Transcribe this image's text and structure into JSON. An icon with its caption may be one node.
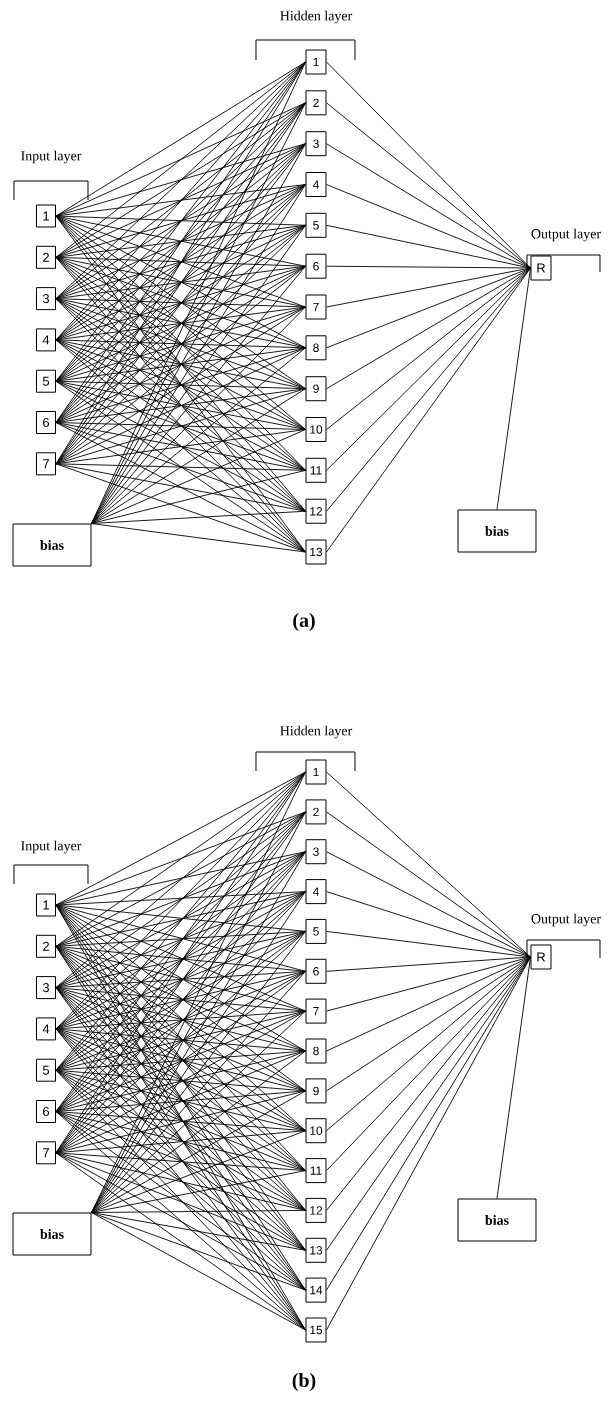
{
  "diagram": {
    "nodes": [
      {
        "text": [
          "1"
        ]
      },
      {
        "text": [
          "2"
        ]
      },
      {
        "text": [
          "3"
        ]
      },
      {
        "text": [
          "4"
        ]
      },
      {
        "text": [
          "5"
        ]
      },
      {
        "text": [
          "6"
        ]
      },
      {
        "text": [
          "7"
        ]
      },
      {
        "text": [
          "bias"
        ]
      },
      {
        "text": [
          "1"
        ]
      },
      {
        "text": [
          "2"
        ]
      },
      {
        "text": [
          "3"
        ]
      },
      {
        "text": [
          "4"
        ]
      },
      {
        "text": [
          "5"
        ]
      },
      {
        "text": [
          "6"
        ]
      },
      {
        "text": [
          "7"
        ]
      },
      {
        "text": [
          "8"
        ]
      },
      {
        "text": [
          "9"
        ]
      },
      {
        "text": [
          "10"
        ]
      },
      {
        "text": [
          "11"
        ]
      },
      {
        "text": [
          "12"
        ]
      },
      {
        "text": [
          "13"
        ]
      },
      {
        "text": [
          "R"
        ]
      },
      {
        "text": [
          "bias"
        ]
      },
      {
        "text": [
          "1"
        ]
      },
      {
        "text": [
          "2"
        ]
      },
      {
        "text": [
          "3"
        ]
      },
      {
        "text": [
          "4"
        ]
      },
      {
        "text": [
          "5"
        ]
      },
      {
        "text": [
          "6"
        ]
      },
      {
        "text": [
          "7"
        ]
      },
      {
        "text": [
          "bias"
        ]
      },
      {
        "text": [
          "1"
        ]
      },
      {
        "text": [
          "2"
        ]
      },
      {
        "text": [
          "3"
        ]
      },
      {
        "text": [
          "4"
        ]
      },
      {
        "text": [
          "5"
        ]
      },
      {
        "text": [
          "6"
        ]
      },
      {
        "text": [
          "7"
        ]
      },
      {
        "text": [
          "8"
        ]
      },
      {
        "text": [
          "9"
        ]
      },
      {
        "text": [
          "10"
        ]
      },
      {
        "text": [
          "11"
        ]
      },
      {
        "text": [
          "12"
        ]
      },
      {
        "text": [
          "13"
        ]
      },
      {
        "text": [
          "14"
        ]
      },
      {
        "text": [
          "15"
        ]
      },
      {
        "text": [
          "R"
        ]
      },
      {
        "text": [
          "bias"
        ]
      }
    ],
    "edges": [
      {
        "from": 0,
        "to": 8,
        "arrow": "none"
      },
      {
        "from": 0,
        "to": 9,
        "arrow": "none"
      },
      {
        "from": 0,
        "to": 10,
        "arrow": "none"
      },
      {
        "from": 0,
        "to": 11,
        "arrow": "none"
      },
      {
        "from": 0,
        "to": 12,
        "arrow": "none"
      },
      {
        "from": 0,
        "to": 13,
        "arrow": "none"
      },
      {
        "from": 0,
        "to": 14,
        "arrow": "none"
      },
      {
        "from": 0,
        "to": 15,
        "arrow": "none"
      },
      {
        "from": 0,
        "to": 16,
        "arrow": "none"
      },
      {
        "from": 0,
        "to": 17,
        "arrow": "none"
      },
      {
        "from": 0,
        "to": 18,
        "arrow": "none"
      },
      {
        "from": 0,
        "to": 19,
        "arrow": "none"
      },
      {
        "from": 0,
        "to": 20,
        "arrow": "none"
      },
      {
        "from": 1,
        "to": 8,
        "arrow": "none"
      },
      {
        "from": 1,
        "to": 9,
        "arrow": "none"
      },
      {
        "from": 1,
        "to": 10,
        "arrow": "none"
      },
      {
        "from": 1,
        "to": 11,
        "arrow": "none"
      },
      {
        "from": 1,
        "to": 12,
        "arrow": "none"
      },
      {
        "from": 1,
        "to": 13,
        "arrow": "none"
      },
      {
        "from": 1,
        "to": 14,
        "arrow": "none"
      },
      {
        "from": 1,
        "to": 15,
        "arrow": "none"
      },
      {
        "from": 1,
        "to": 16,
        "arrow": "none"
      },
      {
        "from": 1,
        "to": 17,
        "arrow": "none"
      },
      {
        "from": 1,
        "to": 18,
        "arrow": "none"
      },
      {
        "from": 1,
        "to": 19,
        "arrow": "none"
      },
      {
        "from": 1,
        "to": 20,
        "arrow": "none"
      },
      {
        "from": 2,
        "to": 8,
        "arrow": "none"
      },
      {
        "from": 2,
        "to": 9,
        "arrow": "none"
      },
      {
        "from": 2,
        "to": 10,
        "arrow": "none"
      },
      {
        "from": 2,
        "to": 11,
        "arrow": "none"
      },
      {
        "from": 2,
        "to": 12,
        "arrow": "none"
      },
      {
        "from": 2,
        "to": 13,
        "arrow": "none"
      },
      {
        "from": 2,
        "to": 14,
        "arrow": "none"
      },
      {
        "from": 2,
        "to": 15,
        "arrow": "none"
      },
      {
        "from": 2,
        "to": 16,
        "arrow": "none"
      },
      {
        "from": 2,
        "to": 17,
        "arrow": "none"
      },
      {
        "from": 2,
        "to": 18,
        "arrow": "none"
      },
      {
        "from": 2,
        "to": 19,
        "arrow": "none"
      },
      {
        "from": 2,
        "to": 20,
        "arrow": "none"
      },
      {
        "from": 3,
        "to": 8,
        "arrow": "none"
      },
      {
        "from": 3,
        "to": 9,
        "arrow": "none"
      },
      {
        "from": 3,
        "to": 10,
        "arrow": "none"
      },
      {
        "from": 3,
        "to": 11,
        "arrow": "none"
      },
      {
        "from": 3,
        "to": 12,
        "arrow": "none"
      },
      {
        "from": 3,
        "to": 13,
        "arrow": "none"
      },
      {
        "from": 3,
        "to": 14,
        "arrow": "none"
      },
      {
        "from": 3,
        "to": 15,
        "arrow": "none"
      },
      {
        "from": 3,
        "to": 16,
        "arrow": "none"
      },
      {
        "from": 3,
        "to": 17,
        "arrow": "none"
      },
      {
        "from": 3,
        "to": 18,
        "arrow": "none"
      },
      {
        "from": 3,
        "to": 19,
        "arrow": "none"
      },
      {
        "from": 3,
        "to": 20,
        "arrow": "none"
      },
      {
        "from": 4,
        "to": 8,
        "arrow": "none"
      },
      {
        "from": 4,
        "to": 9,
        "arrow": "none"
      },
      {
        "from": 4,
        "to": 10,
        "arrow": "none"
      },
      {
        "from": 4,
        "to": 11,
        "arrow": "none"
      },
      {
        "from": 4,
        "to": 12,
        "arrow": "none"
      },
      {
        "from": 4,
        "to": 13,
        "arrow": "none"
      },
      {
        "from": 4,
        "to": 14,
        "arrow": "none"
      },
      {
        "from": 4,
        "to": 15,
        "arrow": "none"
      },
      {
        "from": 4,
        "to": 16,
        "arrow": "none"
      },
      {
        "from": 4,
        "to": 17,
        "arrow": "none"
      },
      {
        "from": 4,
        "to": 18,
        "arrow": "none"
      },
      {
        "from": 4,
        "to": 19,
        "arrow": "none"
      },
      {
        "from": 4,
        "to": 20,
        "arrow": "none"
      },
      {
        "from": 5,
        "to": 8,
        "arrow": "none"
      },
      {
        "from": 5,
        "to": 9,
        "arrow": "none"
      },
      {
        "from": 5,
        "to": 10,
        "arrow": "none"
      },
      {
        "from": 5,
        "to": 11,
        "arrow": "none"
      },
      {
        "from": 5,
        "to": 12,
        "arrow": "none"
      },
      {
        "from": 5,
        "to": 13,
        "arrow": "none"
      },
      {
        "from": 5,
        "to": 14,
        "arrow": "none"
      },
      {
        "from": 5,
        "to": 15,
        "arrow": "none"
      },
      {
        "from": 5,
        "to": 16,
        "arrow": "none"
      },
      {
        "from": 5,
        "to": 17,
        "arrow": "none"
      },
      {
        "from": 5,
        "to": 18,
        "arrow": "none"
      },
      {
        "from": 5,
        "to": 19,
        "arrow": "none"
      },
      {
        "from": 5,
        "to": 20,
        "arrow": "none"
      },
      {
        "from": 6,
        "to": 8,
        "arrow": "none"
      },
      {
        "from": 6,
        "to": 9,
        "arrow": "none"
      },
      {
        "from": 6,
        "to": 10,
        "arrow": "none"
      },
      {
        "from": 6,
        "to": 11,
        "arrow": "none"
      },
      {
        "from": 6,
        "to": 12,
        "arrow": "none"
      },
      {
        "from": 6,
        "to": 13,
        "arrow": "none"
      },
      {
        "from": 6,
        "to": 14,
        "arrow": "none"
      },
      {
        "from": 6,
        "to": 15,
        "arrow": "none"
      },
      {
        "from": 6,
        "to": 16,
        "arrow": "none"
      },
      {
        "from": 6,
        "to": 17,
        "arrow": "none"
      },
      {
        "from": 6,
        "to": 18,
        "arrow": "none"
      },
      {
        "from": 6,
        "to": 19,
        "arrow": "none"
      },
      {
        "from": 6,
        "to": 20,
        "arrow": "none"
      },
      {
        "from": 7,
        "to": 8,
        "arrow": "none"
      },
      {
        "from": 7,
        "to": 9,
        "arrow": "none"
      },
      {
        "from": 7,
        "to": 10,
        "arrow": "none"
      },
      {
        "from": 7,
        "to": 11,
        "arrow": "none"
      },
      {
        "from": 7,
        "to": 12,
        "arrow": "none"
      },
      {
        "from": 7,
        "to": 13,
        "arrow": "none"
      },
      {
        "from": 7,
        "to": 14,
        "arrow": "none"
      },
      {
        "from": 7,
        "to": 15,
        "arrow": "none"
      },
      {
        "from": 7,
        "to": 16,
        "arrow": "none"
      },
      {
        "from": 7,
        "to": 17,
        "arrow": "none"
      },
      {
        "from": 7,
        "to": 18,
        "arrow": "none"
      },
      {
        "from": 7,
        "to": 19,
        "arrow": "none"
      },
      {
        "from": 7,
        "to": 20,
        "arrow": "none"
      },
      {
        "from": 8,
        "to": 21,
        "arrow": "none"
      },
      {
        "from": 9,
        "to": 21,
        "arrow": "none"
      },
      {
        "from": 10,
        "to": 21,
        "arrow": "none"
      },
      {
        "from": 11,
        "to": 21,
        "arrow": "none"
      },
      {
        "from": 12,
        "to": 21,
        "arrow": "none"
      },
      {
        "from": 13,
        "to": 21,
        "arrow": "none"
      },
      {
        "from": 14,
        "to": 21,
        "arrow": "none"
      },
      {
        "from": 15,
        "to": 21,
        "arrow": "none"
      },
      {
        "from": 16,
        "to": 21,
        "arrow": "none"
      },
      {
        "from": 17,
        "to": 21,
        "arrow": "none"
      },
      {
        "from": 18,
        "to": 21,
        "arrow": "none"
      },
      {
        "from": 19,
        "to": 21,
        "arrow": "none"
      },
      {
        "from": 20,
        "to": 21,
        "arrow": "none"
      },
      {
        "from": 22,
        "to": 21,
        "arrow": "none"
      },
      {
        "from": 23,
        "to": 31,
        "arrow": "none"
      },
      {
        "from": 23,
        "to": 32,
        "arrow": "none"
      },
      {
        "from": 23,
        "to": 33,
        "arrow": "none"
      },
      {
        "from": 23,
        "to": 34,
        "arrow": "none"
      },
      {
        "from": 23,
        "to": 35,
        "arrow": "none"
      },
      {
        "from": 23,
        "to": 36,
        "arrow": "none"
      },
      {
        "from": 23,
        "to": 37,
        "arrow": "none"
      },
      {
        "from": 23,
        "to": 38,
        "arrow": "none"
      },
      {
        "from": 23,
        "to": 39,
        "arrow": "none"
      },
      {
        "from": 23,
        "to": 40,
        "arrow": "none"
      },
      {
        "from": 23,
        "to": 41,
        "arrow": "none"
      },
      {
        "from": 23,
        "to": 42,
        "arrow": "none"
      },
      {
        "from": 23,
        "to": 43,
        "arrow": "none"
      },
      {
        "from": 23,
        "to": 44,
        "arrow": "none"
      },
      {
        "from": 23,
        "to": 45,
        "arrow": "none"
      },
      {
        "from": 24,
        "to": 31,
        "arrow": "none"
      },
      {
        "from": 24,
        "to": 32,
        "arrow": "none"
      },
      {
        "from": 24,
        "to": 33,
        "arrow": "none"
      },
      {
        "from": 24,
        "to": 34,
        "arrow": "none"
      },
      {
        "from": 24,
        "to": 35,
        "arrow": "none"
      },
      {
        "from": 24,
        "to": 36,
        "arrow": "none"
      },
      {
        "from": 24,
        "to": 37,
        "arrow": "none"
      },
      {
        "from": 24,
        "to": 38,
        "arrow": "none"
      },
      {
        "from": 24,
        "to": 39,
        "arrow": "none"
      },
      {
        "from": 24,
        "to": 40,
        "arrow": "none"
      },
      {
        "from": 24,
        "to": 41,
        "arrow": "none"
      },
      {
        "from": 24,
        "to": 42,
        "arrow": "none"
      },
      {
        "from": 24,
        "to": 43,
        "arrow": "none"
      },
      {
        "from": 24,
        "to": 44,
        "arrow": "none"
      },
      {
        "from": 24,
        "to": 45,
        "arrow": "none"
      },
      {
        "from": 25,
        "to": 31,
        "arrow": "none"
      },
      {
        "from": 25,
        "to": 32,
        "arrow": "none"
      },
      {
        "from": 25,
        "to": 33,
        "arrow": "none"
      },
      {
        "from": 25,
        "to": 34,
        "arrow": "none"
      },
      {
        "from": 25,
        "to": 35,
        "arrow": "none"
      },
      {
        "from": 25,
        "to": 36,
        "arrow": "none"
      },
      {
        "from": 25,
        "to": 37,
        "arrow": "none"
      },
      {
        "from": 25,
        "to": 38,
        "arrow": "none"
      },
      {
        "from": 25,
        "to": 39,
        "arrow": "none"
      },
      {
        "from": 25,
        "to": 40,
        "arrow": "none"
      },
      {
        "from": 25,
        "to": 41,
        "arrow": "none"
      },
      {
        "from": 25,
        "to": 42,
        "arrow": "none"
      },
      {
        "from": 25,
        "to": 43,
        "arrow": "none"
      },
      {
        "from": 25,
        "to": 44,
        "arrow": "none"
      },
      {
        "from": 25,
        "to": 45,
        "arrow": "none"
      },
      {
        "from": 26,
        "to": 31,
        "arrow": "none"
      },
      {
        "from": 26,
        "to": 32,
        "arrow": "none"
      },
      {
        "from": 26,
        "to": 33,
        "arrow": "none"
      },
      {
        "from": 26,
        "to": 34,
        "arrow": "none"
      },
      {
        "from": 26,
        "to": 35,
        "arrow": "none"
      },
      {
        "from": 26,
        "to": 36,
        "arrow": "none"
      },
      {
        "from": 26,
        "to": 37,
        "arrow": "none"
      },
      {
        "from": 26,
        "to": 38,
        "arrow": "none"
      },
      {
        "from": 26,
        "to": 39,
        "arrow": "none"
      },
      {
        "from": 26,
        "to": 40,
        "arrow": "none"
      },
      {
        "from": 26,
        "to": 41,
        "arrow": "none"
      },
      {
        "from": 26,
        "to": 42,
        "arrow": "none"
      },
      {
        "from": 26,
        "to": 43,
        "arrow": "none"
      },
      {
        "from": 26,
        "to": 44,
        "arrow": "none"
      },
      {
        "from": 26,
        "to": 45,
        "arrow": "none"
      },
      {
        "from": 27,
        "to": 31,
        "arrow": "none"
      },
      {
        "from": 27,
        "to": 32,
        "arrow": "none"
      },
      {
        "from": 27,
        "to": 33,
        "arrow": "none"
      },
      {
        "from": 27,
        "to": 34,
        "arrow": "none"
      },
      {
        "from": 27,
        "to": 35,
        "arrow": "none"
      },
      {
        "from": 27,
        "to": 36,
        "arrow": "none"
      },
      {
        "from": 27,
        "to": 37,
        "arrow": "none"
      },
      {
        "from": 27,
        "to": 38,
        "arrow": "none"
      },
      {
        "from": 27,
        "to": 39,
        "arrow": "none"
      },
      {
        "from": 27,
        "to": 40,
        "arrow": "none"
      },
      {
        "from": 27,
        "to": 41,
        "arrow": "none"
      },
      {
        "from": 27,
        "to": 42,
        "arrow": "none"
      },
      {
        "from": 27,
        "to": 43,
        "arrow": "none"
      },
      {
        "from": 27,
        "to": 44,
        "arrow": "none"
      },
      {
        "from": 27,
        "to": 45,
        "arrow": "none"
      },
      {
        "from": 28,
        "to": 31,
        "arrow": "none"
      },
      {
        "from": 28,
        "to": 32,
        "arrow": "none"
      },
      {
        "from": 28,
        "to": 33,
        "arrow": "none"
      },
      {
        "from": 28,
        "to": 34,
        "arrow": "none"
      },
      {
        "from": 28,
        "to": 35,
        "arrow": "none"
      },
      {
        "from": 28,
        "to": 36,
        "arrow": "none"
      },
      {
        "from": 28,
        "to": 37,
        "arrow": "none"
      },
      {
        "from": 28,
        "to": 38,
        "arrow": "none"
      },
      {
        "from": 28,
        "to": 39,
        "arrow": "none"
      },
      {
        "from": 28,
        "to": 40,
        "arrow": "none"
      },
      {
        "from": 28,
        "to": 41,
        "arrow": "none"
      },
      {
        "from": 28,
        "to": 42,
        "arrow": "none"
      },
      {
        "from": 28,
        "to": 43,
        "arrow": "none"
      },
      {
        "from": 28,
        "to": 44,
        "arrow": "none"
      },
      {
        "from": 28,
        "to": 45,
        "arrow": "none"
      },
      {
        "from": 29,
        "to": 31,
        "arrow": "none"
      },
      {
        "from": 29,
        "to": 32,
        "arrow": "none"
      },
      {
        "from": 29,
        "to": 33,
        "arrow": "none"
      },
      {
        "from": 29,
        "to": 34,
        "arrow": "none"
      },
      {
        "from": 29,
        "to": 35,
        "arrow": "none"
      },
      {
        "from": 29,
        "to": 36,
        "arrow": "none"
      },
      {
        "from": 29,
        "to": 37,
        "arrow": "none"
      },
      {
        "from": 29,
        "to": 38,
        "arrow": "none"
      },
      {
        "from": 29,
        "to": 39,
        "arrow": "none"
      },
      {
        "from": 29,
        "to": 40,
        "arrow": "none"
      },
      {
        "from": 29,
        "to": 41,
        "arrow": "none"
      },
      {
        "from": 29,
        "to": 42,
        "arrow": "none"
      },
      {
        "from": 29,
        "to": 43,
        "arrow": "none"
      },
      {
        "from": 29,
        "to": 44,
        "arrow": "none"
      },
      {
        "from": 29,
        "to": 45,
        "arrow": "none"
      },
      {
        "from": 30,
        "to": 31,
        "arrow": "none"
      },
      {
        "from": 30,
        "to": 32,
        "arrow": "none"
      },
      {
        "from": 30,
        "to": 33,
        "arrow": "none"
      },
      {
        "from": 30,
        "to": 34,
        "arrow": "none"
      },
      {
        "from": 30,
        "to": 35,
        "arrow": "none"
      },
      {
        "from": 30,
        "to": 36,
        "arrow": "none"
      },
      {
        "from": 30,
        "to": 37,
        "arrow": "none"
      },
      {
        "from": 30,
        "to": 38,
        "arrow": "none"
      },
      {
        "from": 30,
        "to": 39,
        "arrow": "none"
      },
      {
        "from": 30,
        "to": 40,
        "arrow": "none"
      },
      {
        "from": 30,
        "to": 41,
        "arrow": "none"
      },
      {
        "from": 30,
        "to": 42,
        "arrow": "none"
      },
      {
        "from": 30,
        "to": 43,
        "arrow": "none"
      },
      {
        "from": 30,
        "to": 44,
        "arrow": "none"
      },
      {
        "from": 30,
        "to": 45,
        "arrow": "none"
      },
      {
        "from": 31,
        "to": 46,
        "arrow": "none"
      },
      {
        "from": 32,
        "to": 46,
        "arrow": "none"
      },
      {
        "from": 33,
        "to": 46,
        "arrow": "none"
      },
      {
        "from": 34,
        "to": 46,
        "arrow": "none"
      },
      {
        "from": 35,
        "to": 46,
        "arrow": "none"
      },
      {
        "from": 36,
        "to": 46,
        "arrow": "none"
      },
      {
        "from": 37,
        "to": 46,
        "arrow": "none"
      },
      {
        "from": 38,
        "to": 46,
        "arrow": "none"
      },
      {
        "from": 39,
        "to": 46,
        "arrow": "none"
      },
      {
        "from": 40,
        "to": 46,
        "arrow": "none"
      },
      {
        "from": 41,
        "to": 46,
        "arrow": "none"
      },
      {
        "from": 42,
        "to": 46,
        "arrow": "none"
      },
      {
        "from": 43,
        "to": 46,
        "arrow": "none"
      },
      {
        "from": 44,
        "to": 46,
        "arrow": "none"
      },
      {
        "from": 45,
        "to": 46,
        "arrow": "none"
      },
      {
        "from": 47,
        "to": 46,
        "arrow": "none"
      }
    ],
    "labels": [
      "Hidden layer",
      "Input layer",
      "Output layer",
      "(a)",
      "Hidden layer",
      "Input layer",
      "Output layer",
      "(b)"
    ]
  }
}
